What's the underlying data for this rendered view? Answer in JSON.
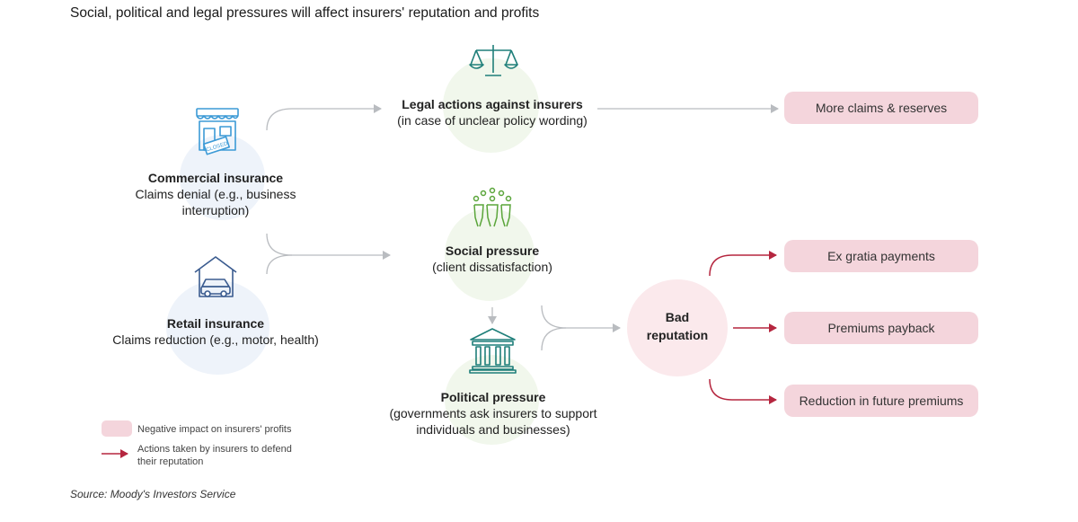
{
  "title": "Social, political and legal pressures will affect insurers' reputation and profits",
  "nodes": {
    "commercial": {
      "heading": "Commercial insurance",
      "detail": "Claims denial (e.g., business interruption)",
      "icon": "closed-shop-icon"
    },
    "retail": {
      "heading": "Retail insurance",
      "detail": "Claims reduction (e.g., motor, health)",
      "icon": "house-car-icon"
    },
    "legal": {
      "heading": "Legal actions against insurers",
      "detail": "(in case of unclear policy wording)",
      "icon": "scales-icon"
    },
    "social": {
      "heading": "Social pressure",
      "detail": "(client dissatisfaction)",
      "icon": "crowd-icon"
    },
    "political": {
      "heading": "Political pressure",
      "detail_line1": "(governments ask insurers to support",
      "detail_line2": "individuals and businesses)",
      "icon": "government-building-icon"
    },
    "bad_reputation": {
      "line1": "Bad",
      "line2": "reputation"
    }
  },
  "outcomes": {
    "more_claims": "More claims & reserves",
    "ex_gratia": "Ex gratia payments",
    "premiums_payback": "Premiums payback",
    "future_premiums": "Reduction in future premiums"
  },
  "legend": {
    "negative_impact": "Negative impact on insurers' profits",
    "actions_line1": "Actions taken by insurers to defend",
    "actions_line2": "their reputation"
  },
  "source": "Source: Moody's Investors Service",
  "colors": {
    "pink_fill": "#f4d5dc",
    "red_arrow": "#b5263f",
    "grey_arrow": "#b9bcc0",
    "blue_icon": "#3a5b8f",
    "teal_icon": "#1f7f7a",
    "green_icon": "#5aa53a",
    "cyan_icon": "#3c9ad6"
  }
}
